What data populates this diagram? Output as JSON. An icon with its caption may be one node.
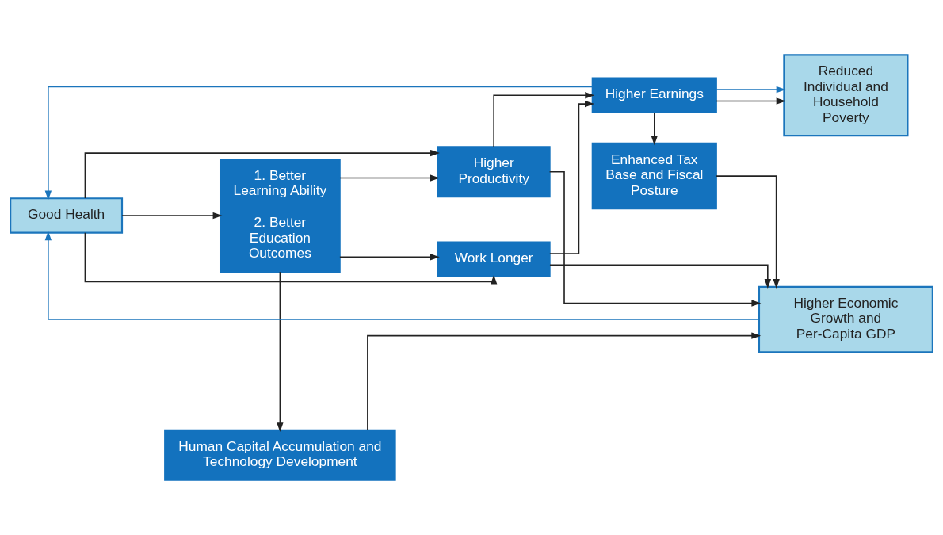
{
  "diagram": {
    "nodes": [
      {
        "text": [
          "Good Health"
        ]
      },
      {
        "text": [
          "1. Better Learning Ability",
          "2. Better Education Outcomes"
        ]
      },
      {
        "text": [
          "Work Longer"
        ]
      },
      {
        "text": [
          "Higher Productivity"
        ]
      },
      {
        "text": [
          "Higher Earnings"
        ]
      },
      {
        "text": [
          "Reduced Individual and Household Poverty"
        ]
      },
      {
        "text": [
          "Enhanced Tax Base and Fiscal Posture"
        ]
      },
      {
        "text": [
          "Human Capital Accumulation and Technology Development"
        ]
      },
      {
        "text": [
          "Higher Economic Growth and Per-Capita GDP"
        ]
      }
    ],
    "edges": [
      {
        "from": 0,
        "to": 1,
        "arrow": "to"
      },
      {
        "from": 0,
        "to": 2,
        "arrow": "to"
      },
      {
        "from": 0,
        "to": 3,
        "arrow": "to"
      },
      {
        "from": 1,
        "to": 2,
        "arrow": "to"
      },
      {
        "from": 1,
        "to": 3,
        "arrow": "to"
      },
      {
        "from": 1,
        "to": 7,
        "arrow": "to"
      },
      {
        "from": 2,
        "to": 4,
        "arrow": "to"
      },
      {
        "from": 3,
        "to": 4,
        "arrow": "to"
      },
      {
        "from": 2,
        "to": 8,
        "arrow": "to"
      },
      {
        "from": 3,
        "to": 8,
        "arrow": "to"
      },
      {
        "from": 4,
        "to": 5,
        "arrow": "to"
      },
      {
        "from": 4,
        "to": 6,
        "arrow": "to"
      },
      {
        "from": 6,
        "to": 8,
        "arrow": "to"
      },
      {
        "from": 7,
        "to": 8,
        "arrow": "to"
      },
      {
        "from": 8,
        "to": 0,
        "arrow": "to",
        "color": "#1b75bc"
      },
      {
        "from": 4,
        "to": 0,
        "arrow": "to",
        "color": "#1b75bc"
      },
      {
        "from": 4,
        "to": 5,
        "arrow": "to",
        "color": "#1b75bc"
      }
    ]
  }
}
